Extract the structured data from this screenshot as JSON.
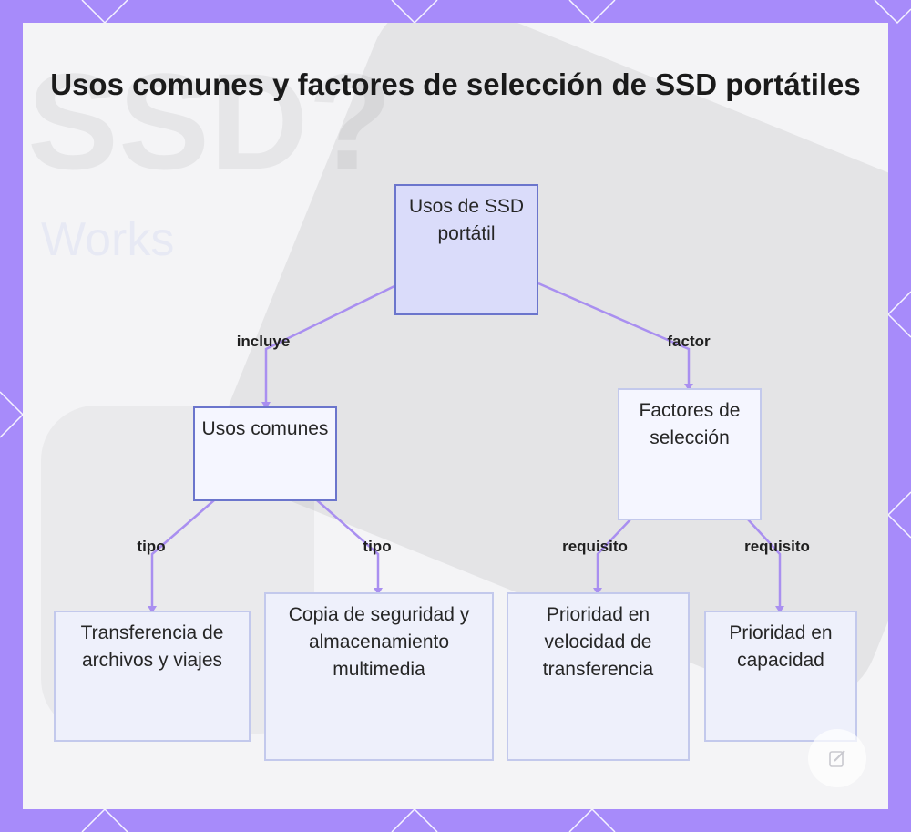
{
  "title": "Usos comunes y factores de selección de SSD portátiles",
  "background_ghost_text": {
    "big": "SSD?",
    "small": "Works"
  },
  "colors": {
    "frame": "#a78bfa",
    "connector": "#a98ff0",
    "root_fill": "#dadcfa",
    "node_border": "#6b75cc"
  },
  "nodes": {
    "root": "Usos de SSD portátil",
    "usos_comunes": "Usos comunes",
    "factores": "Factores de selección",
    "transferencia": "Transferencia de archivos y viajes",
    "copia": "Copia de seguridad y almacenamiento multimedia",
    "prioridad_velocidad": "Prioridad en velocidad de transferencia",
    "prioridad_capacidad": "Prioridad en capacidad"
  },
  "edges": {
    "incluye": "incluye",
    "factor": "factor",
    "tipo_1": "tipo",
    "tipo_2": "tipo",
    "requisito_1": "requisito",
    "requisito_2": "requisito"
  },
  "icons": {
    "badge": "edit-pen-icon"
  }
}
